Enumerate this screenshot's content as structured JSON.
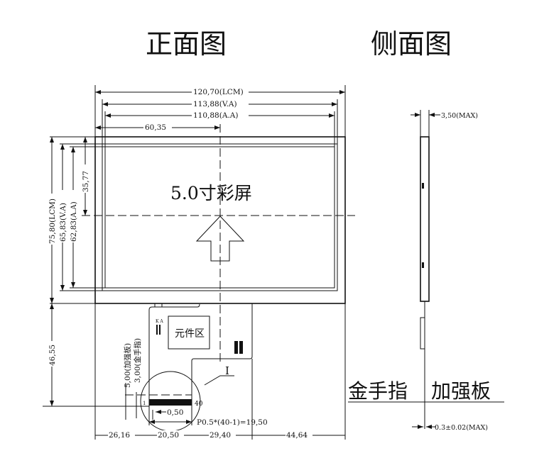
{
  "titles": {
    "front": "正面图",
    "side": "侧面图"
  },
  "front": {
    "screen_label": "5.0寸彩屏",
    "components_label": "元件区",
    "detail_label": "I",
    "ka_label": "K A",
    "pin_first": "1",
    "pin_last": "40",
    "dims": {
      "lcm_width": "120,70(LCM)",
      "va_width": "113,88(V.A)",
      "aa_width": "110,88(A.A)",
      "center_x": "60,35",
      "lcm_height": "75,80(LCM)",
      "va_height": "65,83(V.A)",
      "aa_height": "62,83(A.A)",
      "center_y": "35,77",
      "fpc_length": "46,55",
      "stiffener": "5,00(加强板)",
      "gold_finger": "3,00(金手指)",
      "pin_width": "0,50",
      "pitch": "P0.5*(40-1)=19,50",
      "bottom": [
        "26,16",
        "20,50",
        "29,40",
        "44,64"
      ]
    }
  },
  "side": {
    "thickness": "3,50(MAX)",
    "fpc_thickness": "0.3±0.02(MAX)",
    "gold_finger": "金手指",
    "stiffener": "加强板"
  }
}
